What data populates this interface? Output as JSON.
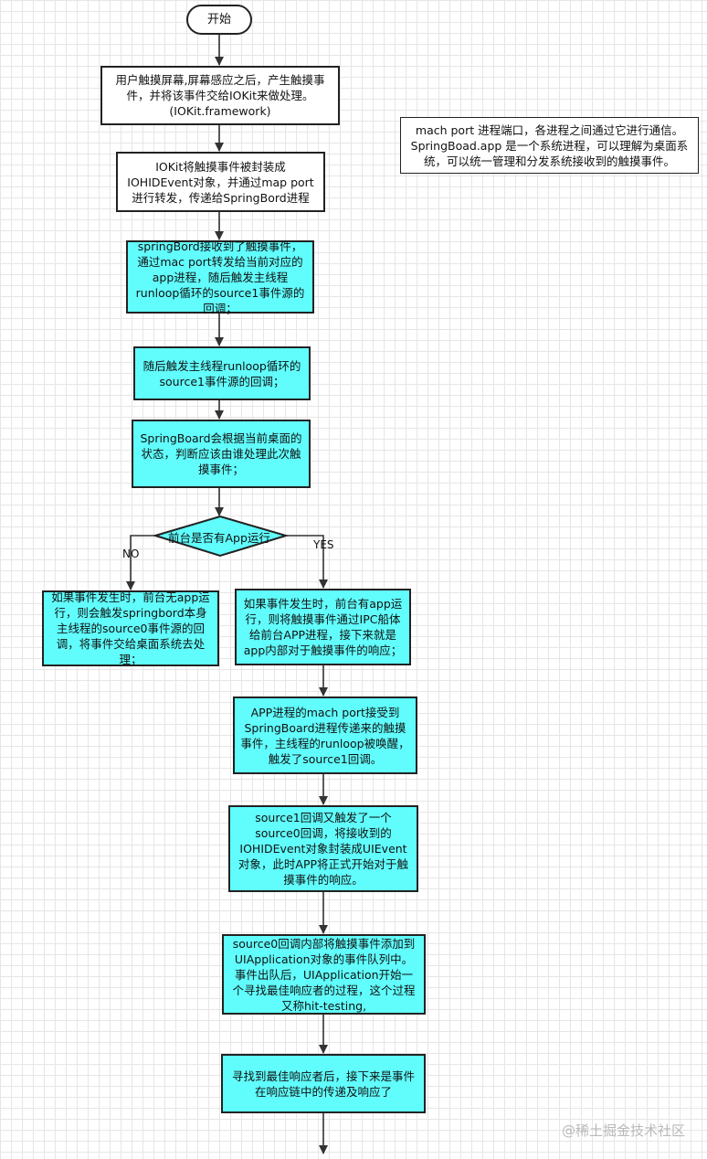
{
  "nodes": {
    "start": "开始",
    "step1": "用户触摸屏幕,屏幕感应之后，产生触摸事件，并将该事件交给IOKit来做处理。(IOKit.framework)",
    "step2": "IOKit将触摸事件被封装成IOHIDEvent对象，并通过map port进行转发，传递给SpringBord进程",
    "step3": "springBord接收到了触摸事件，通过mac port转发给当前对应的app进程，随后触发主线程runloop循环的source1事件源的回调；",
    "step4": "随后触发主线程runloop循环的source1事件源的回调；",
    "step5": "SpringBoard会根据当前桌面的状态，判断应该由谁处理此次触摸事件；",
    "decision": "前台是否有App运行",
    "no_branch": "如果事件发生时，前台无app运行，则会触发springbord本身主线程的source0事件源的回调，将事件交给桌面系统去处理；",
    "yes_branch": "如果事件发生时，前台有app运行，则将触摸事件通过IPC船体给前台APP进程，接下来就是app内部对于触摸事件的响应；",
    "step6": "APP进程的mach port接受到SpringBoard进程传递来的触摸事件，主线程的runloop被唤醒，触发了source1回调。",
    "step7": "source1回调又触发了一个source0回调，将接收到的IOHIDEvent对象封装成UIEvent对象，此时APP将正式开始对于触摸事件的响应。",
    "step8": "source0回调内部将触摸事件添加到UIApplication对象的事件队列中。事件出队后，UIApplication开始一个寻找最佳响应者的过程，这个过程又称hit-testing,",
    "step9": "寻找到最佳响应者后，接下来是事件在响应链中的传递及响应了"
  },
  "edge_labels": {
    "no": "NO",
    "yes": "YES"
  },
  "note": "mach port 进程端口，各进程之间通过它进行通信。SpringBoad.app 是一个系统进程，可以理解为桌面系统，可以统一管理和分发系统接收到的触摸事件。",
  "watermark": "@稀土掘金技术社区",
  "colors": {
    "process_fill": "#61fdfd",
    "plain_fill": "#ffffff",
    "stroke": "#222222"
  }
}
